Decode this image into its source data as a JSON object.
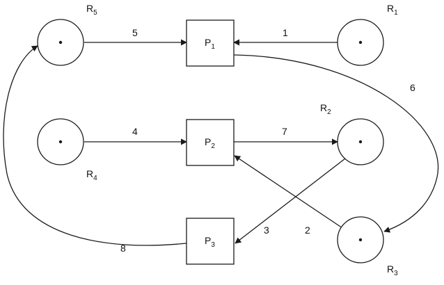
{
  "resources": [
    {
      "id": "r1",
      "letter": "R",
      "sub": "1"
    },
    {
      "id": "r2",
      "letter": "R",
      "sub": "2"
    },
    {
      "id": "r3",
      "letter": "R",
      "sub": "3"
    },
    {
      "id": "r4",
      "letter": "R",
      "sub": "4"
    },
    {
      "id": "r5",
      "letter": "R",
      "sub": "5"
    }
  ],
  "processes": [
    {
      "id": "p1",
      "letter": "P",
      "sub": "1"
    },
    {
      "id": "p2",
      "letter": "P",
      "sub": "2"
    },
    {
      "id": "p3",
      "letter": "P",
      "sub": "3"
    }
  ],
  "edges": [
    {
      "label": "1",
      "from": "R1",
      "to": "P1"
    },
    {
      "label": "2",
      "from": "R3",
      "to": "P2"
    },
    {
      "label": "3",
      "from": "R2",
      "to": "P3"
    },
    {
      "label": "4",
      "from": "R4",
      "to": "P2"
    },
    {
      "label": "5",
      "from": "R5",
      "to": "P1"
    },
    {
      "label": "6",
      "from": "P1",
      "to": "R3"
    },
    {
      "label": "7",
      "from": "P2",
      "to": "R2"
    },
    {
      "label": "8",
      "from": "P3",
      "to": "R5"
    }
  ],
  "colors": {
    "stroke": "#1a1a1a",
    "background": "#ffffff"
  }
}
